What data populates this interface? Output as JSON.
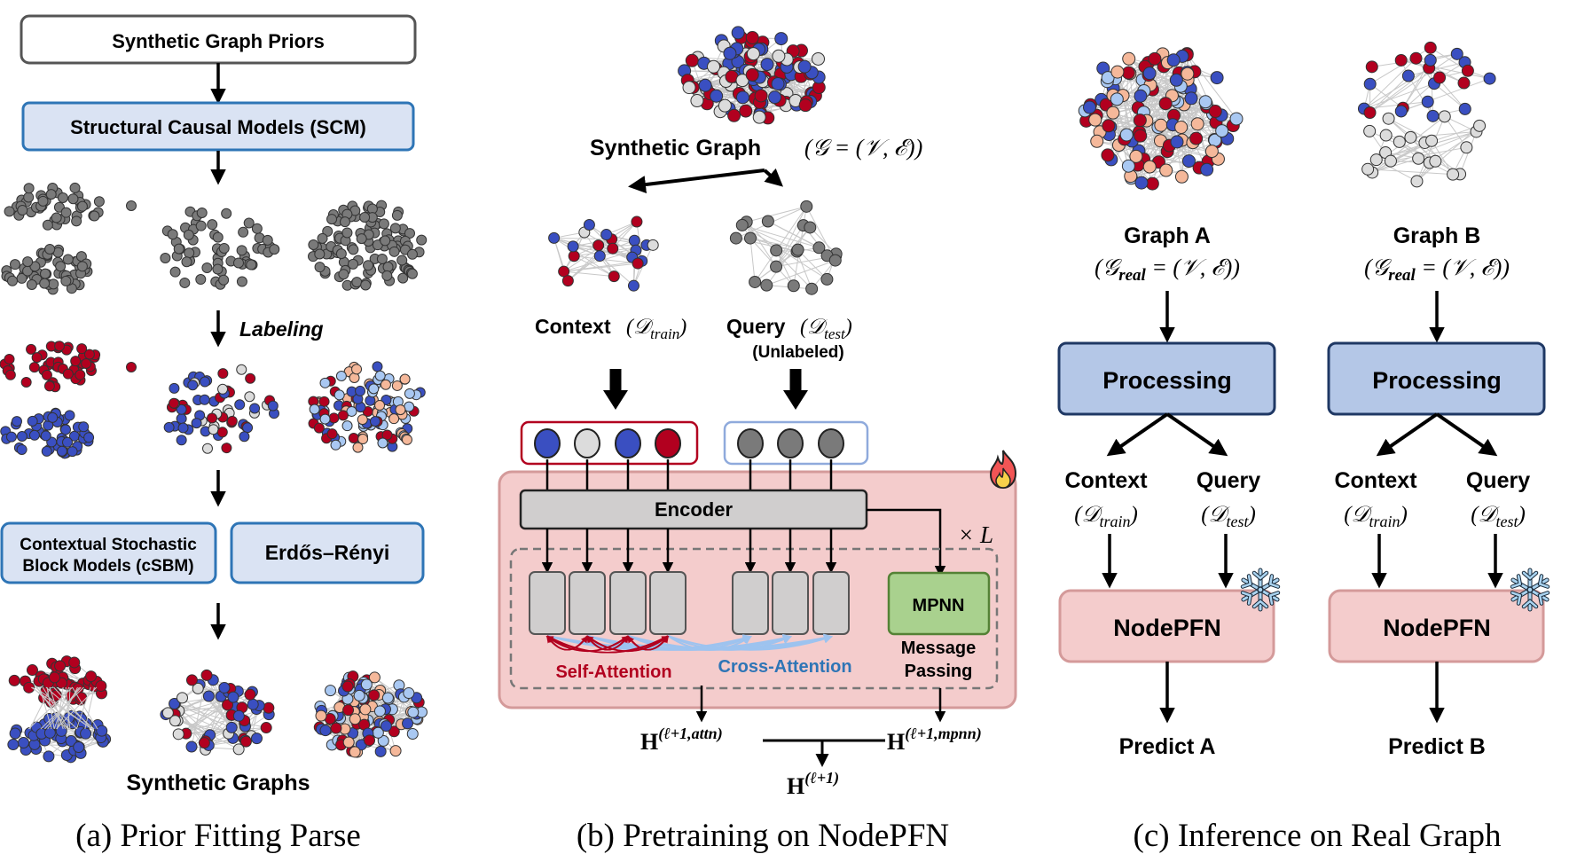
{
  "panel_a": {
    "caption": "(a) Prior Fitting Parse",
    "top_box": "Synthetic Graph Priors",
    "scm_box": "Structural Causal Models (SCM)",
    "labeling": "Labeling",
    "csbm_box_line1": "Contextual Stochastic",
    "csbm_box_line2": "Block Models (cSBM)",
    "er_box": "Erdős–Rényi",
    "synthetic_graphs": "Synthetic Graphs"
  },
  "panel_b": {
    "caption": "(b) Pretraining on NodePFN",
    "synthetic_graph_label": "Synthetic Graph",
    "synthetic_graph_math": "(𝒢 = (𝒱, ℰ))",
    "context_label": "Context",
    "context_math": "(𝒟",
    "context_sub": "train",
    "query_label": "Query",
    "query_math": "(𝒟",
    "query_sub": "test",
    "close_paren": ")",
    "unlabeled": "(Unlabeled)",
    "encoder": "Encoder",
    "times_l": "× L",
    "mpnn": "MPNN",
    "message_line1": "Message",
    "message_line2": "Passing",
    "self_attention": "Self-Attention",
    "cross_attention": "Cross-Attention",
    "h_attn_base": "H",
    "h_attn_sup": "(ℓ+1,attn)",
    "h_mpnn_base": "H",
    "h_mpnn_sup": "(ℓ+1,mpnn)",
    "h_out_base": "H",
    "h_out_sup": "(ℓ+1)",
    "context_tokens": [
      "blue",
      "lightgray",
      "blue",
      "red"
    ],
    "query_tokens": [
      "gray",
      "gray",
      "gray"
    ]
  },
  "panel_c": {
    "caption": "(c) Inference on Real Graph",
    "graphs": [
      {
        "name": "Graph A",
        "math_open": "(𝒢",
        "math_sub": "real",
        "math_rest": " = (𝒱, ℰ))",
        "processing": "Processing",
        "context": "Context",
        "context_math": "(𝒟",
        "context_sub": "train",
        "query": "Query",
        "query_math": "(𝒟",
        "query_sub": "test",
        "model": "NodePFN",
        "predict": "Predict A"
      },
      {
        "name": "Graph B",
        "math_open": "(𝒢",
        "math_sub": "real",
        "math_rest": " = (𝒱, ℰ))",
        "processing": "Processing",
        "context": "Context",
        "context_math": "(𝒟",
        "context_sub": "train",
        "query": "Query",
        "query_math": "(𝒟",
        "query_sub": "test",
        "model": "NodePFN",
        "predict": "Predict B"
      }
    ]
  },
  "icons": {
    "fire": "fire-icon",
    "snowflake": "snowflake-icon"
  },
  "colors": {
    "node_red": "#b2001f",
    "node_blue": "#3a4fc1",
    "node_lightblue": "#a9c8f2",
    "node_peach": "#f5b89a",
    "node_lightgray": "#dcdcdc",
    "node_gray": "#7a7a7a",
    "box_blue_fill": "#dae3f3",
    "box_blue_stroke": "#2e75b6",
    "proc_fill": "#b4c7e7",
    "proc_stroke": "#1f3864",
    "pink_fill": "#f4cccc",
    "pink_stroke": "#d49a9a",
    "mpnn_fill": "#a9d18e",
    "mpnn_stroke": "#548235",
    "self_attn": "#b2001f",
    "cross_attn": "#2e75b6"
  }
}
